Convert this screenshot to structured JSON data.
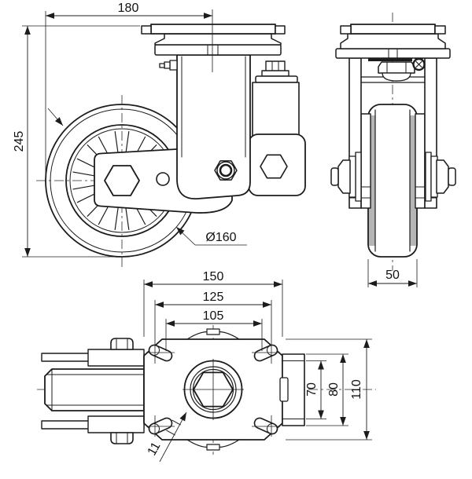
{
  "drawing": {
    "type": "technical-orthographic-drawing",
    "subject": "swivel-caster-wheel",
    "background_color": "#ffffff",
    "line_color": "#1c1c1c",
    "tyre_shade_color": "#b5b5b5",
    "views": {
      "front": "front-view",
      "side": "side-view",
      "plan": "plan-view"
    },
    "dims": {
      "swivel_offset": "180",
      "overall_height": "245",
      "wheel_diameter": "Ø160",
      "wheel_width": "50",
      "plate_length": "150",
      "slot_span_outer": "125",
      "slot_span_inner": "105",
      "housing_width": "70",
      "housing_depth": "80",
      "plate_width": "110",
      "slot_width": "11"
    }
  }
}
